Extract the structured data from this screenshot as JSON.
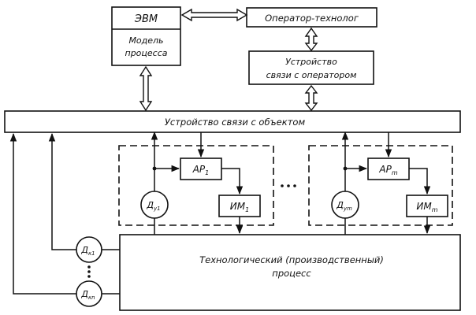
{
  "blocks": {
    "evm_title": "ЭВМ",
    "evm_model_line1": "Модель",
    "evm_model_line2": "процесса",
    "operator": "Оператор-технолог",
    "operator_link_line1": "Устройство",
    "operator_link_line2": "связи с оператором",
    "object_link": "Устройство связи с объектом",
    "ar_1": "АР",
    "ar_1_sub": "1",
    "im_1": "ИМ",
    "im_1_sub": "1",
    "du_1": "Д",
    "du_1_sub": "у1",
    "ar_m": "АР",
    "ar_m_sub": "m",
    "im_m": "ИМ",
    "im_m_sub": "m",
    "du_m": "Д",
    "du_m_sub": "уm",
    "dk_1": "Д",
    "dk_1_sub": "к1",
    "dk_n": "Д",
    "dk_n_sub": "кn",
    "process_line1": "Технологический (производственный)",
    "process_line2": "процесс"
  },
  "colors": {
    "ink": "#111111",
    "background": "#ffffff"
  }
}
